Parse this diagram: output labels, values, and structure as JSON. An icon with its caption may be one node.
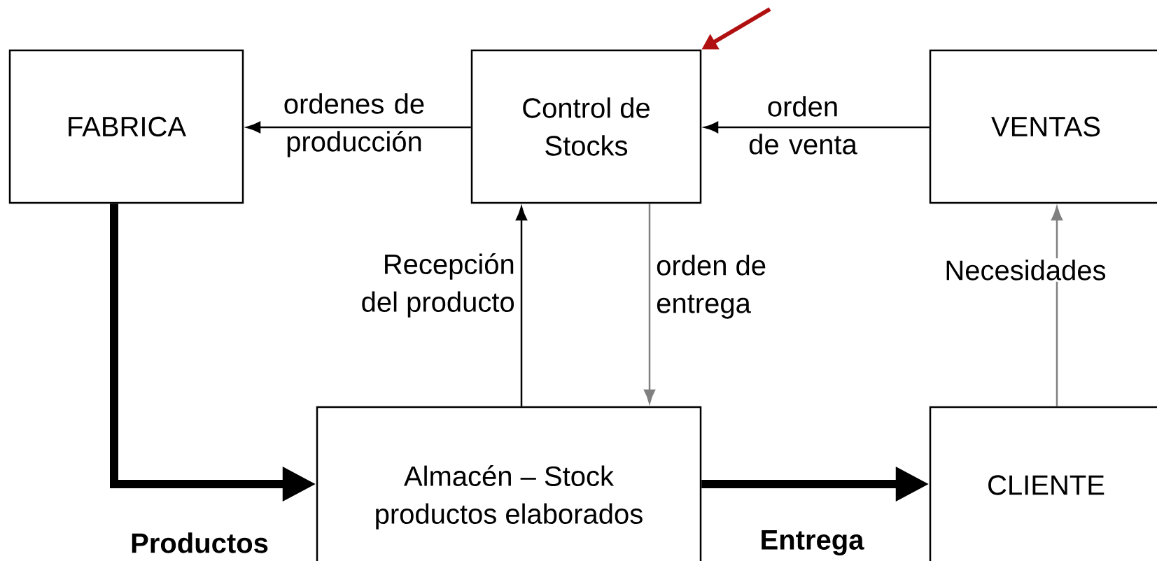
{
  "diagram": {
    "nodes": [
      {
        "text": [
          "FABRICA"
        ]
      },
      {
        "text": [
          "Control de Stocks"
        ]
      },
      {
        "text": [
          "VENTAS"
        ]
      },
      {
        "text": [
          "Almacén – Stock productos elaborados"
        ]
      },
      {
        "text": [
          "CLIENTE"
        ]
      }
    ],
    "edges": [
      {
        "from": 1,
        "to": 0,
        "arrow": "to",
        "label": "ordenes de producción"
      },
      {
        "from": 2,
        "to": 1,
        "arrow": "to",
        "label": "orden de venta"
      },
      {
        "from": 3,
        "to": 1,
        "arrow": "to",
        "label": "Recepción del producto"
      },
      {
        "from": 1,
        "to": 3,
        "arrow": "to",
        "label": "orden de entrega",
        "color": "#808080"
      },
      {
        "from": 4,
        "to": 2,
        "arrow": "to",
        "label": "Necesidades",
        "color": "#808080"
      },
      {
        "from": 0,
        "to": 3,
        "arrow": "to",
        "label": "Productos",
        "style": "thick"
      },
      {
        "from": 3,
        "to": 4,
        "arrow": "to",
        "label": "Entrega",
        "style": "thick"
      },
      {
        "from": null,
        "to": 1,
        "arrow": "to",
        "style": "thick",
        "color": "#b01010"
      }
    ]
  }
}
